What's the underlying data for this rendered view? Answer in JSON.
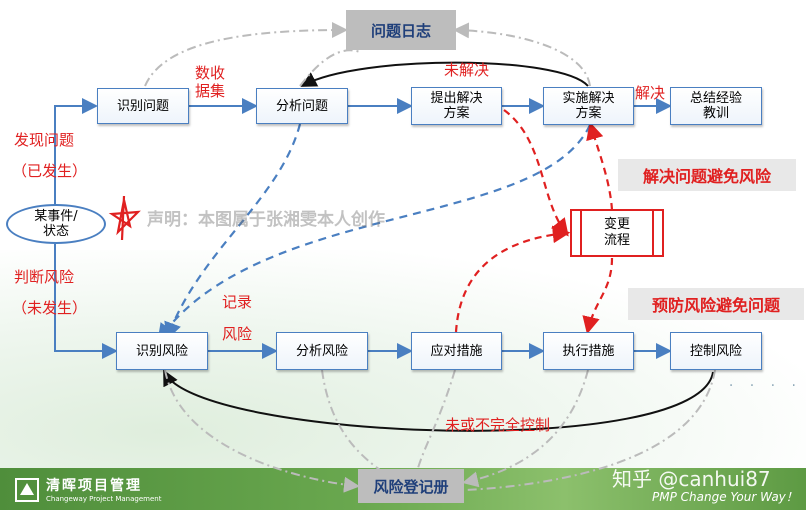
{
  "title": "问题日志",
  "register": "风险登记册",
  "event": {
    "line1": "某事件/",
    "line2": "状态"
  },
  "left_labels": {
    "found": "发现问题",
    "happened": "（已发生）",
    "judge": "判断风险",
    "not_happened": "（未发生）"
  },
  "top_row": [
    {
      "line1": "识别问题",
      "line2": ""
    },
    {
      "line1": "分析问题",
      "line2": ""
    },
    {
      "line1": "提出解决",
      "line2": "方案"
    },
    {
      "line1": "实施解决",
      "line2": "方案"
    },
    {
      "line1": "总结经验",
      "line2": "教训"
    }
  ],
  "bottom_row": [
    "识别风险",
    "分析风险",
    "应对措施",
    "执行措施",
    "控制风险"
  ],
  "change": {
    "line1": "变更",
    "line2": "流程"
  },
  "labels": {
    "collect": "数收据集",
    "unresolved": "未解决",
    "resolved": "解决",
    "record": "记录",
    "risk": "风险",
    "uncontrolled": "未或不完全控制"
  },
  "banners": {
    "solve_problem": "解决问题避免风险",
    "prevent_risk": "预防风险避免问题"
  },
  "watermark": "声明：本图属于张湘雯本人创作",
  "footer": {
    "logo_cn": "清晖项目管理",
    "logo_en": "Changeway Project Management",
    "zhihu": "知乎 @canhui87",
    "slogan": "PMP Change Your Way！"
  },
  "colors": {
    "red": "#e02020",
    "blue": "#4a7fc1",
    "gray": "#bdbdbd",
    "green": "#5d9a43"
  }
}
